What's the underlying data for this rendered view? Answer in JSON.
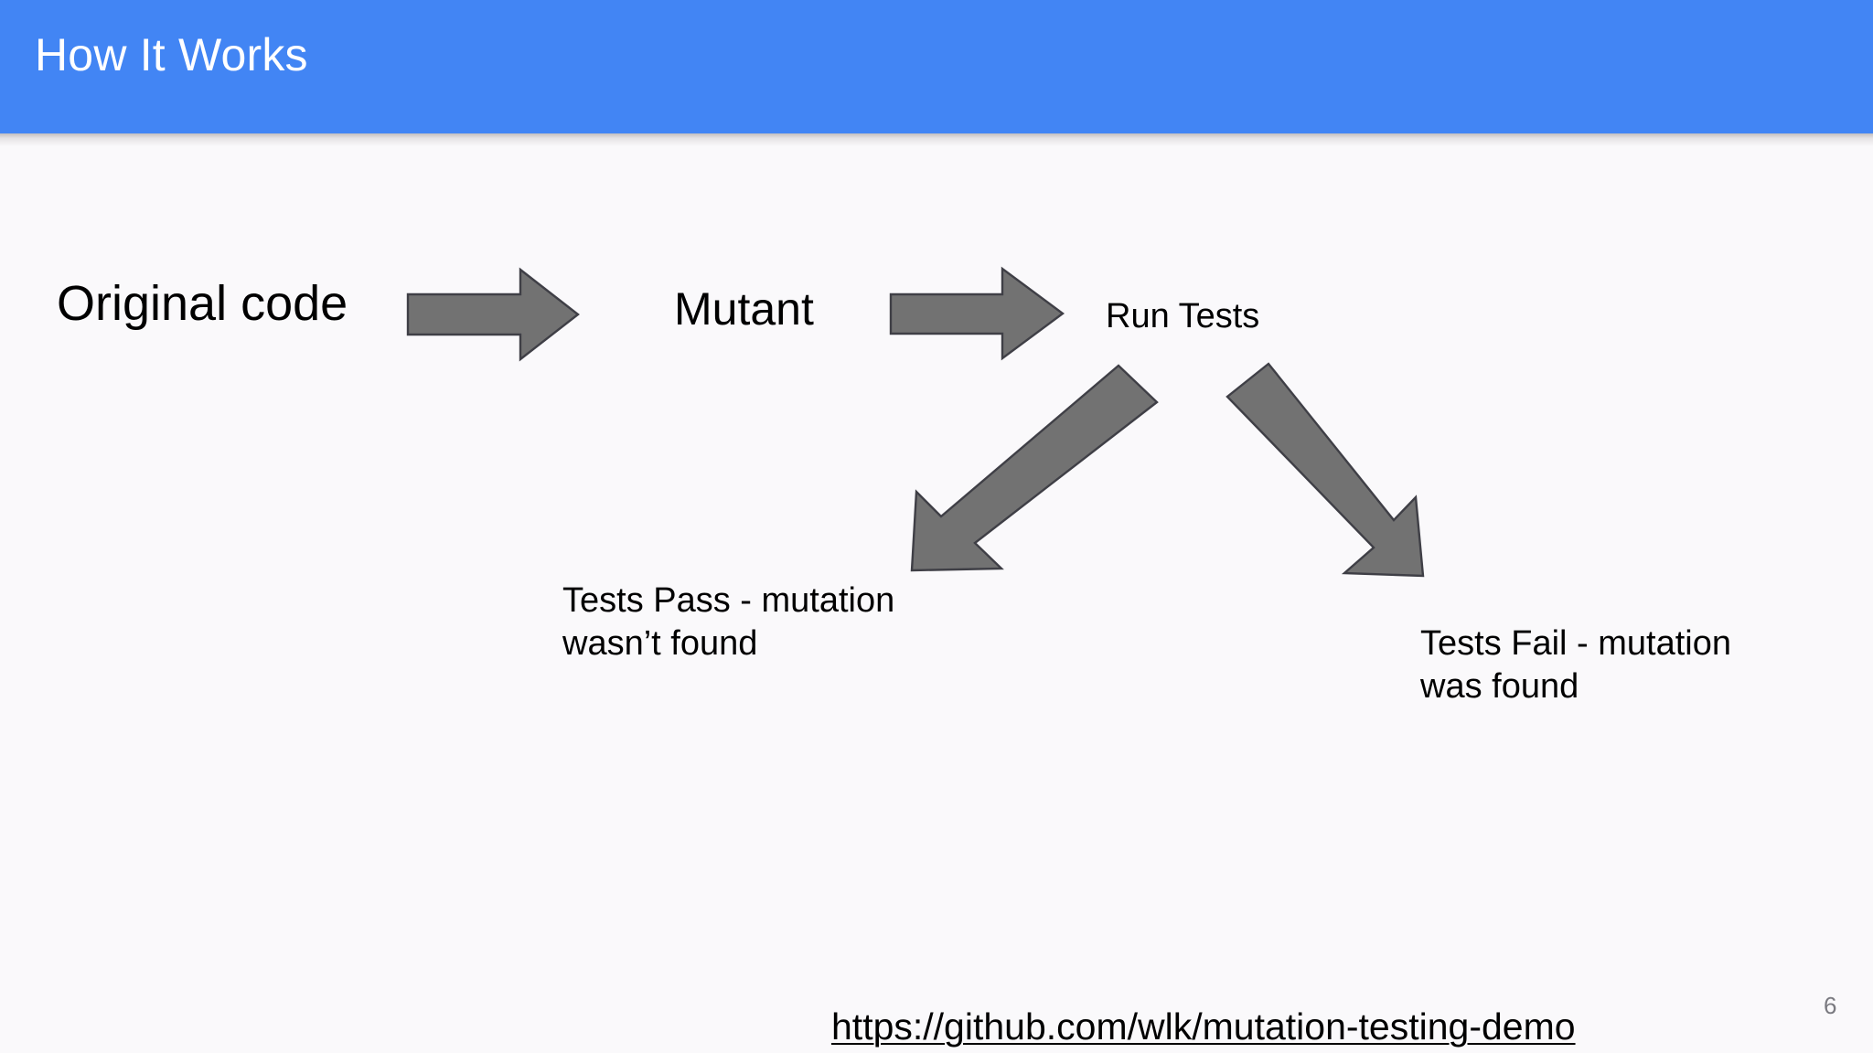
{
  "slide": {
    "title": "How It Works",
    "number": "6",
    "accent_color": "#4285f4",
    "background_color": "#faf9fb",
    "arrow_fill_color": "#727272",
    "arrow_stroke_color": "#3f3f46",
    "title_color": "#ffffff",
    "text_color": "#000000",
    "slide_number_color": "#7a7a80"
  },
  "diagram": {
    "type": "flow",
    "nodes": [
      {
        "id": "original-code",
        "label": "Original code"
      },
      {
        "id": "mutant",
        "label": "Mutant"
      },
      {
        "id": "run-tests",
        "label": "Run Tests"
      },
      {
        "id": "tests-pass",
        "label": "Tests Pass - mutation\nwasn’t found"
      },
      {
        "id": "tests-fail",
        "label": "Tests Fail - mutation\nwas found"
      }
    ],
    "edges": [
      {
        "id": "original-to-mutant",
        "from": "original-code",
        "to": "mutant",
        "direction": "right"
      },
      {
        "id": "mutant-to-runtests",
        "from": "mutant",
        "to": "run-tests",
        "direction": "right"
      },
      {
        "id": "runtests-to-pass",
        "from": "run-tests",
        "to": "tests-pass",
        "direction": "down-left"
      },
      {
        "id": "runtests-to-fail",
        "from": "run-tests",
        "to": "tests-fail",
        "direction": "down-right"
      }
    ]
  },
  "footer": {
    "link_text": "https://github.com/wlk/mutation-testing-demo"
  }
}
